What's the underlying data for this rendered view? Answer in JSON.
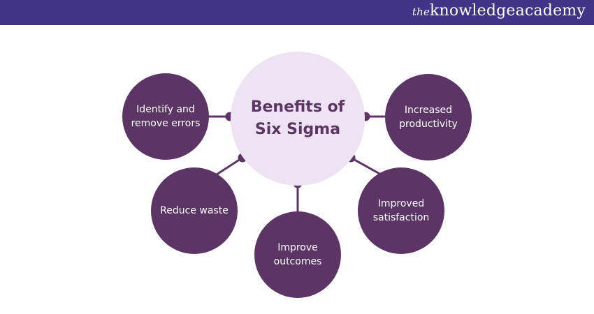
{
  "header": {
    "logo_prefix": "the",
    "logo_main": "knowledgeacademy"
  },
  "colors": {
    "header": "#413486",
    "node": "#5c3566",
    "center": "#ede3f2"
  },
  "center": {
    "title": "Benefits of Six Sigma"
  },
  "nodes": [
    {
      "label": "Identify and remove errors"
    },
    {
      "label": "Increased productivity"
    },
    {
      "label": "Reduce waste"
    },
    {
      "label": "Improve outcomes"
    },
    {
      "label": "Improved satisfaction"
    }
  ]
}
